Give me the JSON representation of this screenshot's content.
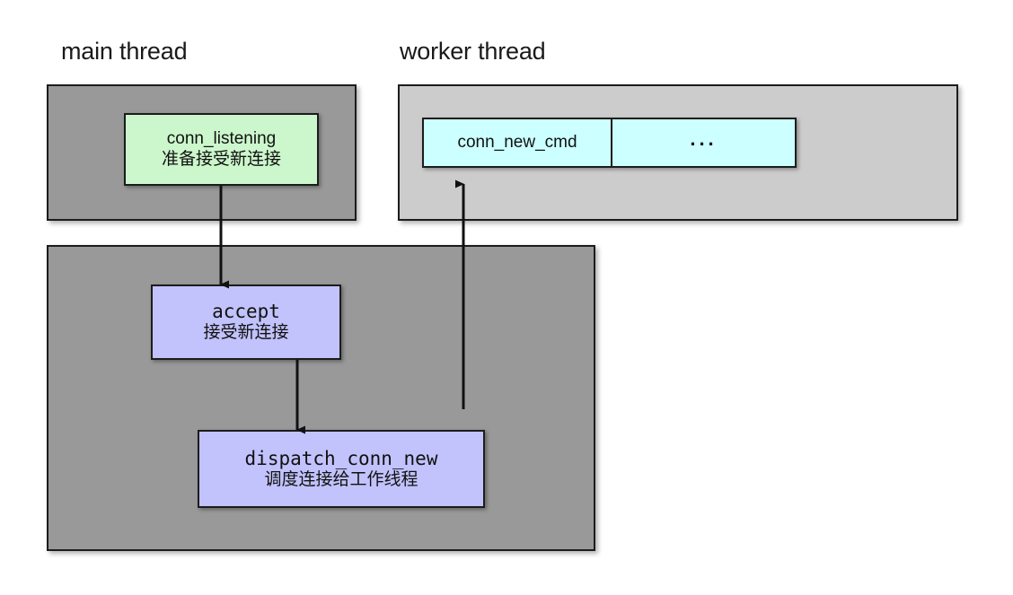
{
  "diagram": {
    "title_main": "main thread",
    "title_worker": "worker thread",
    "colors": {
      "main_lane_fill": "#999999",
      "worker_lane_fill": "#cccccc",
      "listening_fill": "#ccf7cc",
      "function_fill": "#c2c2fc",
      "queue_fill": "#ccffff",
      "stroke": "#1c1c1c",
      "background": "#ffffff"
    },
    "nodes": {
      "conn_listening": {
        "line1": "conn_listening",
        "line2": "准备接受新连接"
      },
      "accept": {
        "line1": "accept",
        "line2": "接受新连接"
      },
      "dispatch_conn_new": {
        "line1": "dispatch_conn_new",
        "line2": "调度连接给工作线程"
      }
    },
    "queue": {
      "cells": [
        {
          "label": "conn_new_cmd"
        },
        {
          "label": "..."
        }
      ]
    },
    "arrows": [
      {
        "name": "listening-to-accept",
        "from": "conn_listening",
        "to": "accept",
        "direction": "down"
      },
      {
        "name": "accept-to-dispatch",
        "from": "accept",
        "to": "dispatch_conn_new",
        "direction": "down"
      },
      {
        "name": "dispatch-to-queue",
        "from": "dispatch_conn_new",
        "to": "conn_new_cmd",
        "direction": "up"
      }
    ]
  }
}
